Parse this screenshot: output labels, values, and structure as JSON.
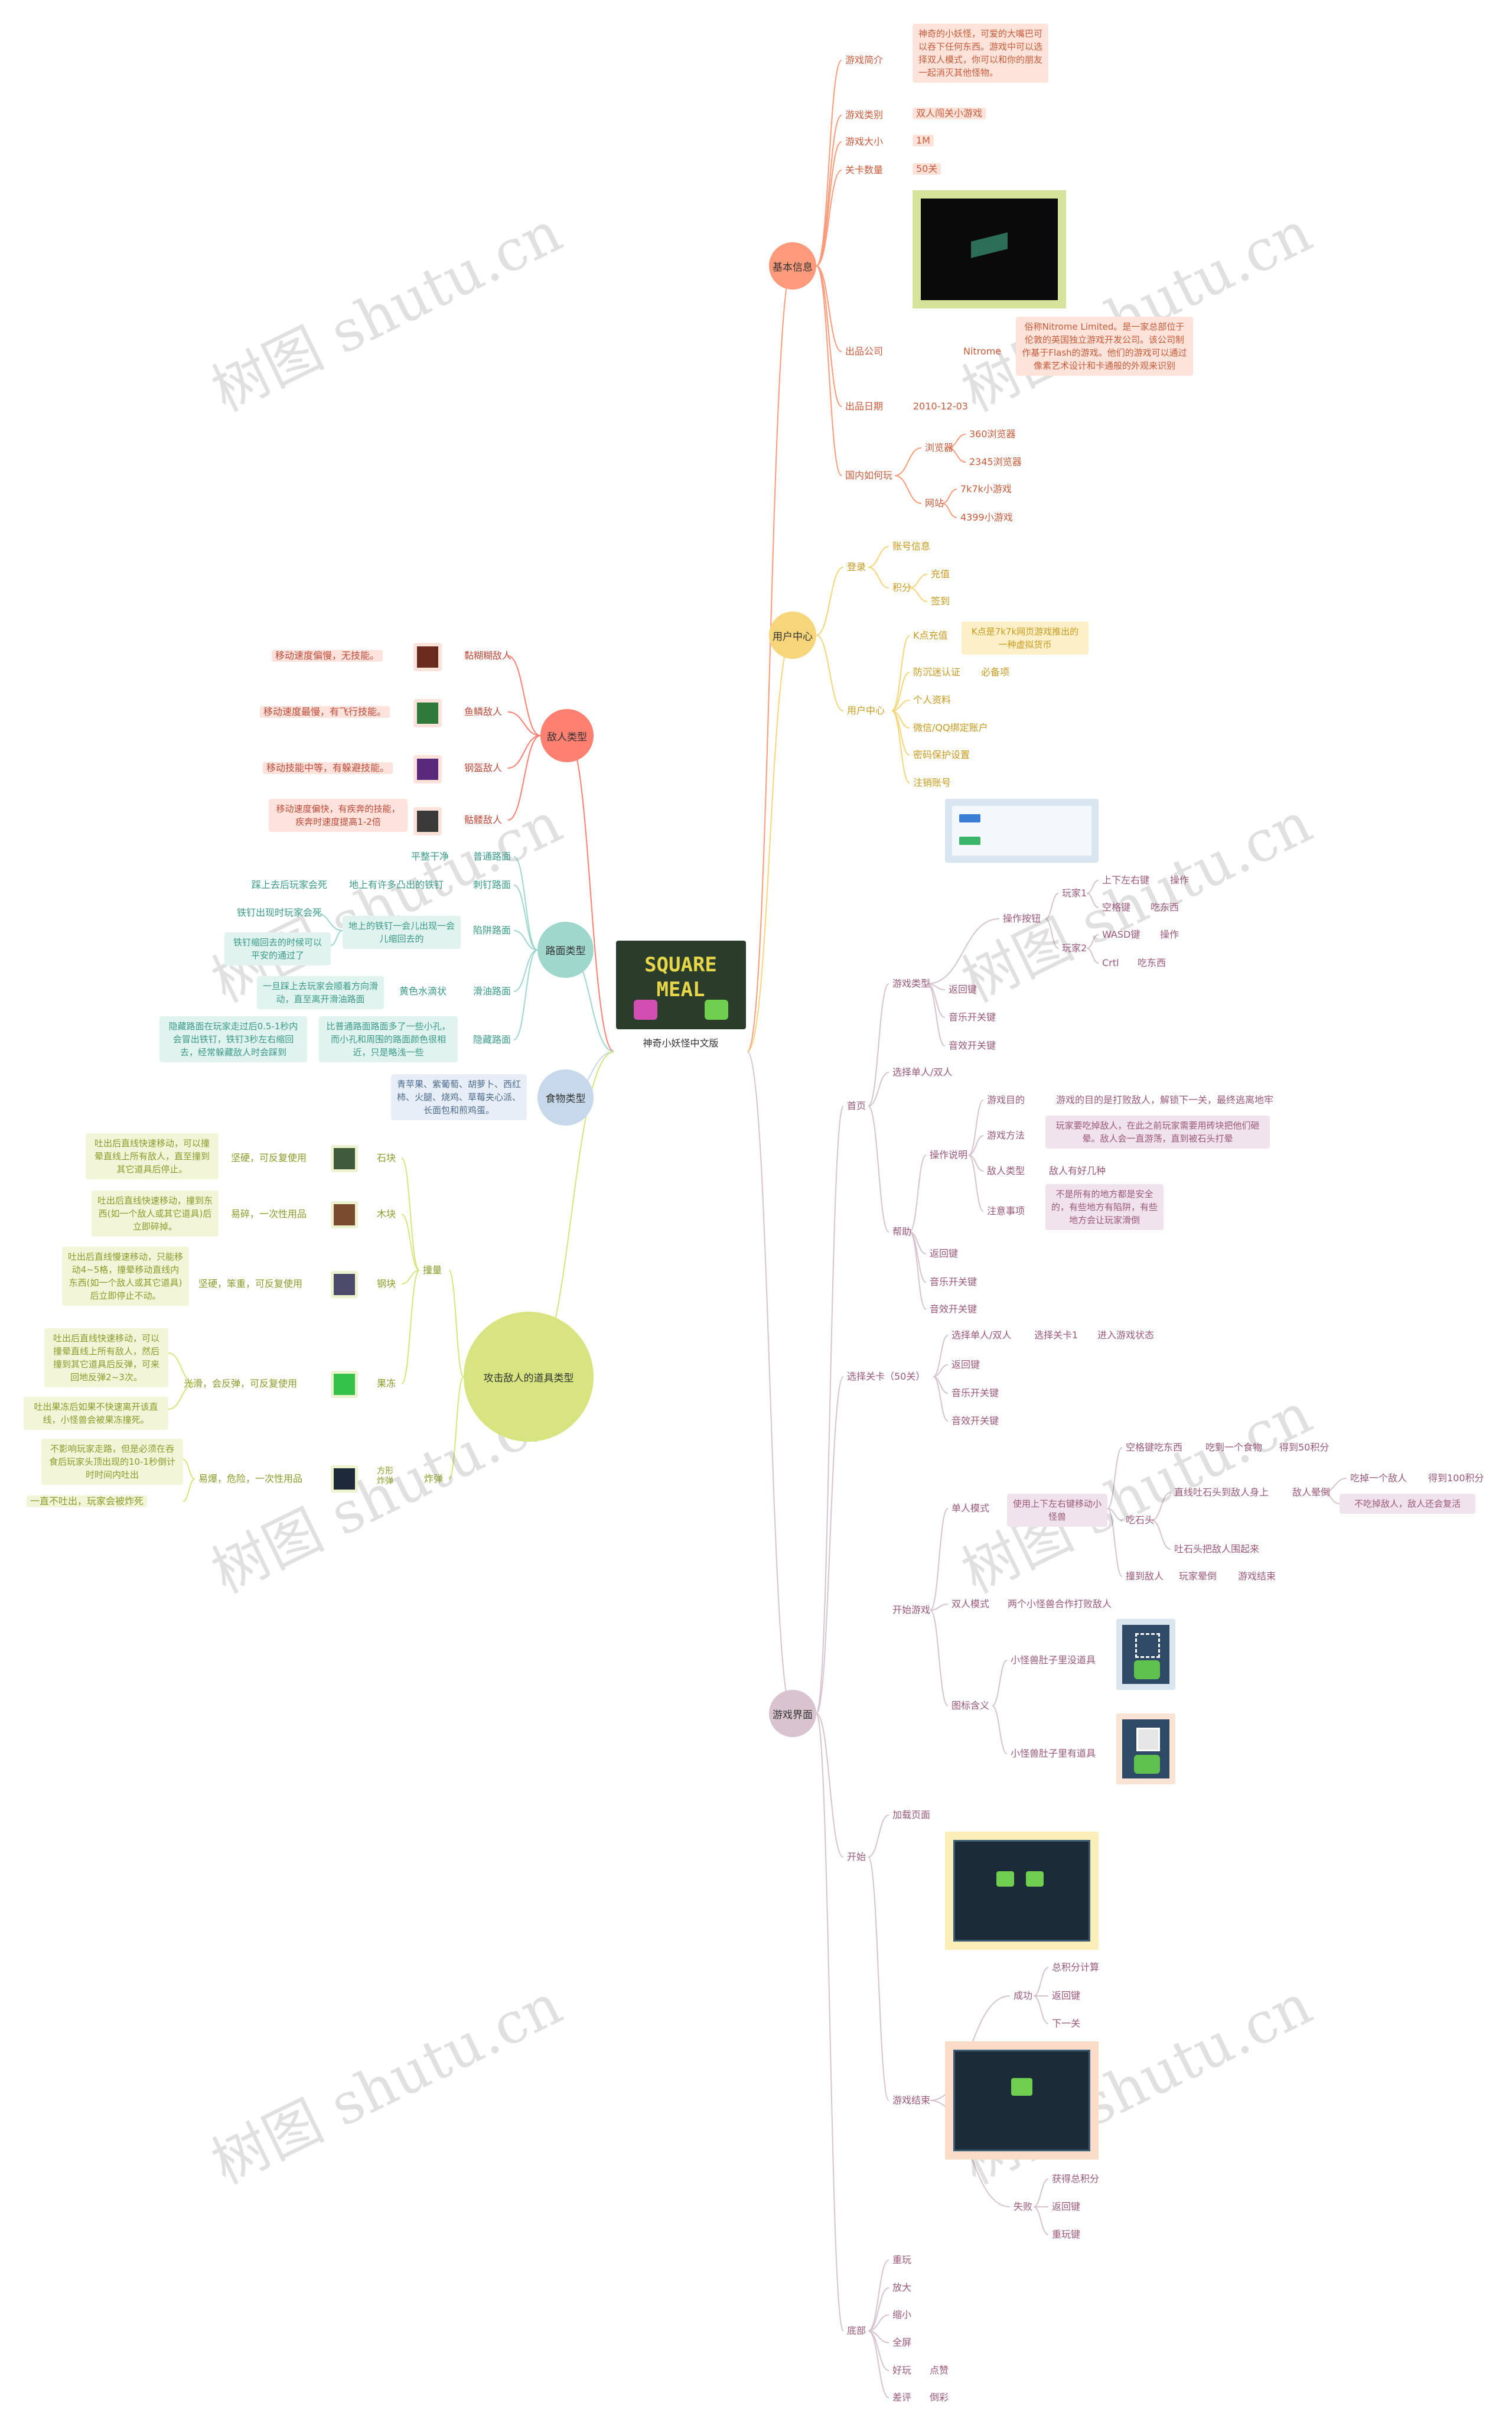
{
  "center": {
    "title": "神奇小妖怪中文版",
    "logo": "SQUARE MEAL"
  },
  "watermark": "树图 shutu.cn",
  "colors": {
    "basic": "#ff9a7a",
    "user": "#f7d57a",
    "game": "#d8c3cf",
    "enemy": "#ff7f70",
    "road": "#9fd7cc",
    "food": "#c7d8ea",
    "props": "#d8e47f"
  },
  "basic": {
    "title": "基本信息",
    "intro_label": "游戏简介",
    "intro_text": "神奇的小妖怪，可爱的大嘴巴可以吞下任何东西。游戏中可以选择双人模式，你可以和你的朋友一起消灭其他怪物。",
    "type_label": "游戏类别",
    "type_value": "双人闯关小游戏",
    "size_label": "游戏大小",
    "size_value": "1M",
    "levels_label": "关卡数量",
    "levels_value": "50关",
    "publisher_label": "出品公司",
    "publisher_value": "Nitrome",
    "publisher_note": "俗称Nitrome Limited。是一家总部位于伦敦的英国独立游戏开发公司。该公司制作基于Flash的游戏。他们的游戏可以通过像素艺术设计和卡通般的外观来识别",
    "date_label": "出品日期",
    "date_value": "2010-12-03",
    "where_label": "国内如何玩",
    "browser_label": "浏览器",
    "browser_1": "360浏览器",
    "browser_2": "2345浏览器",
    "site_label": "网站",
    "site_1": "7k7k小游戏",
    "site_2": "4399小游戏"
  },
  "user": {
    "title": "用户中心",
    "login_label": "登录",
    "account_info": "账号信息",
    "points_label": "积分",
    "recharge": "充值",
    "signin": "签到",
    "center_label": "用户中心",
    "k_label": "K点充值",
    "k_note": "K点是7k7k网页游戏推出的一种虚拟货币",
    "realname": "防沉迷认证",
    "required": "必备项",
    "personal": "个人资料",
    "wechat": "微信/QQ绑定账户",
    "password": "密码保护设置",
    "logout": "注销账号"
  },
  "game": {
    "title": "游戏界面",
    "home_label": "首页",
    "gametype_label": "游戏类型",
    "controls_label": "操作按钮",
    "p1_label": "玩家1",
    "p1_move_key": "上下左右键",
    "p1_move": "操作",
    "p1_eat_key": "空格键",
    "p1_eat": "吃东西",
    "p2_label": "玩家2",
    "p2_move_key": "WASD键",
    "p2_move": "操作",
    "p2_eat_key": "Crtl",
    "p2_eat": "吃东西",
    "back": "返回键",
    "music": "音乐开关键",
    "sound": "音效开关键",
    "select_mode": "选择单人/双人",
    "help_label": "帮助",
    "howto_label": "操作说明",
    "goal_label": "游戏目的",
    "goal_text": "游戏的目的是打败敌人，解锁下一关，最终逃离地牢",
    "method_label": "游戏方法",
    "method_text": "玩家要吃掉敌人，在此之前玩家需要用砖块把他们砸晕。敌人会一直游荡，直到被石头打晕",
    "enemy_type_label": "敌人类型",
    "enemy_type_text": "敌人有好几种",
    "notes_label": "注意事项",
    "notes_text": "不是所有的地方都是安全的，有些地方有陷阱，有些地方会让玩家滑倒",
    "select_level_label": "选择关卡（50关）",
    "flow_1": "选择单人/双人",
    "flow_2": "选择关卡1",
    "flow_3": "进入游戏状态",
    "start_game_label": "开始游戏",
    "single_label": "单人模式",
    "single_move": "使用上下左右键移动小怪兽",
    "eat_food_key": "空格键吃东西",
    "eat_food": "吃到一个食物",
    "eat_food_score": "得到50积分",
    "spit_label": "吃石头",
    "spit_hit": "直线吐石头到敌人身上",
    "enemy_dizzy": "敌人晕倒",
    "eat_enemy": "吃掉一个敌人",
    "eat_enemy_score": "得到100积分",
    "not_eat": "不吃掉敌人，敌人还会复活",
    "stone_up": "吐石头把敌人围起来",
    "hit_enemy": "撞到敌人",
    "player_down": "玩家晕倒",
    "game_over": "游戏结束",
    "double_label": "双人模式",
    "double_text": "两个小怪兽合作打败敌人",
    "icon_meaning_label": "图标含义",
    "no_prop": "小怪兽肚子里没道具",
    "has_prop": "小怪兽肚子里有道具",
    "start_label": "开始",
    "loading": "加载页面",
    "end_label": "游戏结束",
    "success_label": "成功",
    "total_score": "总积分计算",
    "succ_back": "返回键",
    "next": "下一关",
    "fail_label": "失败",
    "get_score": "获得总积分",
    "fail_back": "返回键",
    "replay": "重玩键",
    "bottom_label": "底部",
    "b_replay": "重玩",
    "b_zoomin": "放大",
    "b_zoomout": "缩小",
    "b_full": "全屏",
    "b_good": "好玩",
    "b_like": "点赞",
    "b_bad": "差评",
    "b_dislike": "倒彩"
  },
  "enemy": {
    "title": "敌人类型",
    "e1": "黏糊糊敌人",
    "e1_note": "移动速度偏慢，无技能。",
    "e2": "鱼鳞敌人",
    "e2_note": "移动速度最慢，有飞行技能。",
    "e3": "钢盔敌人",
    "e3_note": "移动技能中等，有躲避技能。",
    "e4": "骷髅敌人",
    "e4_note": "移动速度偏快，有疾奔的技能，疾奔时速度提高1-2倍"
  },
  "road": {
    "title": "路面类型",
    "r1": "普通路面",
    "r1_note": "平整干净",
    "r2": "刺钉路面",
    "r2_mid": "地上有许多凸出的铁钉",
    "r2_note": "踩上去后玩家会死",
    "r3": "陷阱路面",
    "r3_mid": "地上的铁钉一会儿出现一会儿缩回去的",
    "r3_n1": "铁钉出现时玩家会死",
    "r3_n2": "铁钉缩回去的时候可以平安的通过了",
    "r4": "滑油路面",
    "r4_mid": "黄色水滴状",
    "r4_note": "一旦踩上去玩家会顺着方向滑动，直至离开滑油路面",
    "r5": "隐藏路面",
    "r5_mid": "比普通路面路面多了一些小孔，而小孔和周围的路面颜色很相近，只是略浅一些",
    "r5_note": "隐藏路面在玩家走过后0.5-1秒内会冒出铁钉，铁钉3秒左右缩回去，经常躲藏敌人时会踩到"
  },
  "food": {
    "title": "食物类型",
    "text": "青苹果、紫葡萄、胡萝卜、西红柿、火腿、烧鸡、草莓夹心派、长面包和煎鸡蛋。"
  },
  "props": {
    "title": "攻击敌人的道具类型",
    "hit_label": "撞量",
    "p1": "石块",
    "p1_trait": "坚硬，可反复使用",
    "p1_note": "吐出后直线快速移动，可以撞晕直线上所有敌人，直至撞到其它道具后停止。",
    "p2": "木块",
    "p2_trait": "易碎，一次性用品",
    "p2_note": "吐出后直线快速移动，撞到东西(如一个敌人或其它道具)后立即碎掉。",
    "p3": "钢块",
    "p3_trait": "坚硬，笨重，可反复使用",
    "p3_note": "吐出后直线慢速移动，只能移动4~5格，撞晕移动直线内东西(如一个敌人或其它道具)后立即停止不动。",
    "p4": "果冻",
    "p4_trait": "光滑，会反弹，可反复使用",
    "p4_note": "吐出后直线快速移动，可以撞晕直线上所有敌人，然后撞到其它道具后反弹，可来回地反弹2~3次。",
    "p4_note2": "吐出果冻后如果不快速离开该直线，小怪兽会被果冻撞死。",
    "p5": "炸弹",
    "p5_extra": "方形炸弹",
    "p5_trait": "易爆，危险，一次性用品",
    "p5_note": "不影响玩家走路，但是必须在吞食后玩家头顶出现的10-1秒倒计时时间内吐出",
    "p5_note2": "一直不吐出，玩家会被炸死"
  }
}
